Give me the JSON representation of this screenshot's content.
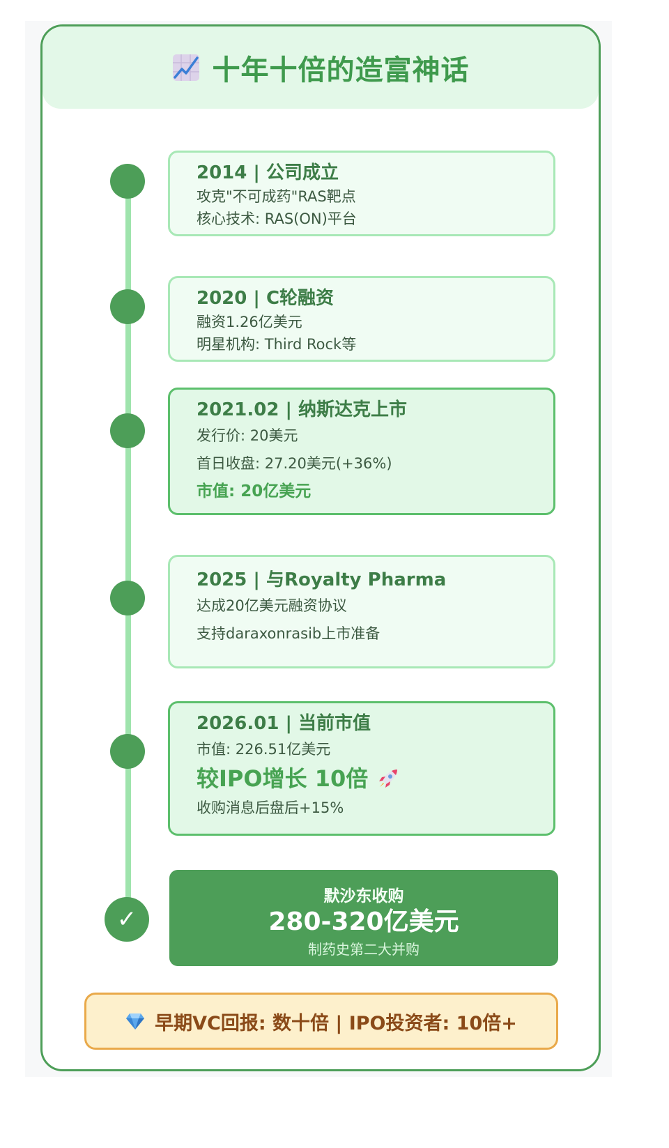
{
  "header": {
    "icon": "chart-increasing-icon",
    "title": "十年十倍的造富神话"
  },
  "timeline": [
    {
      "title": "2014 | 公司成立",
      "lines": [
        "攻克\"不可成药\"RAS靶点",
        "核心技术: RAS(ON)平台"
      ],
      "highlight": false
    },
    {
      "title": "2020 | C轮融资",
      "lines": [
        "融资1.26亿美元",
        "明星机构: Third Rock等"
      ],
      "highlight": false
    },
    {
      "title": "2021.02 | 纳斯达克上市",
      "lines": [
        "发行价: 20美元",
        "首日收盘: 27.20美元(+36%)"
      ],
      "emphasis": "市值: 20亿美元",
      "highlight": true
    },
    {
      "title": "2025 | 与Royalty Pharma",
      "lines": [
        "达成20亿美元融资协议",
        "支持daraxonrasib上市准备"
      ],
      "highlight": false
    },
    {
      "title": "2026.01 | 当前市值",
      "lines": [
        "市值: 226.51亿美元"
      ],
      "big": "较IPO增长 10倍",
      "big_icon": "rocket-icon",
      "after": "收购消息后盘后+15%",
      "highlight": true
    }
  ],
  "acquisition": {
    "check_icon": "✓",
    "title": "默沙东收购",
    "value": "280-320亿美元",
    "subtitle": "制药史第二大并购"
  },
  "note": {
    "icon": "gem-icon",
    "text": "早期VC回报: 数十倍 | IPO投资者: 10倍+"
  },
  "colors": {
    "primary_green": "#4d9e58",
    "light_green_bg": "#e3f8e8",
    "timeline_line": "#9fe4ad",
    "note_bg": "#fdf0cc",
    "note_border": "#e9a94a",
    "note_text": "#8a4a18"
  }
}
